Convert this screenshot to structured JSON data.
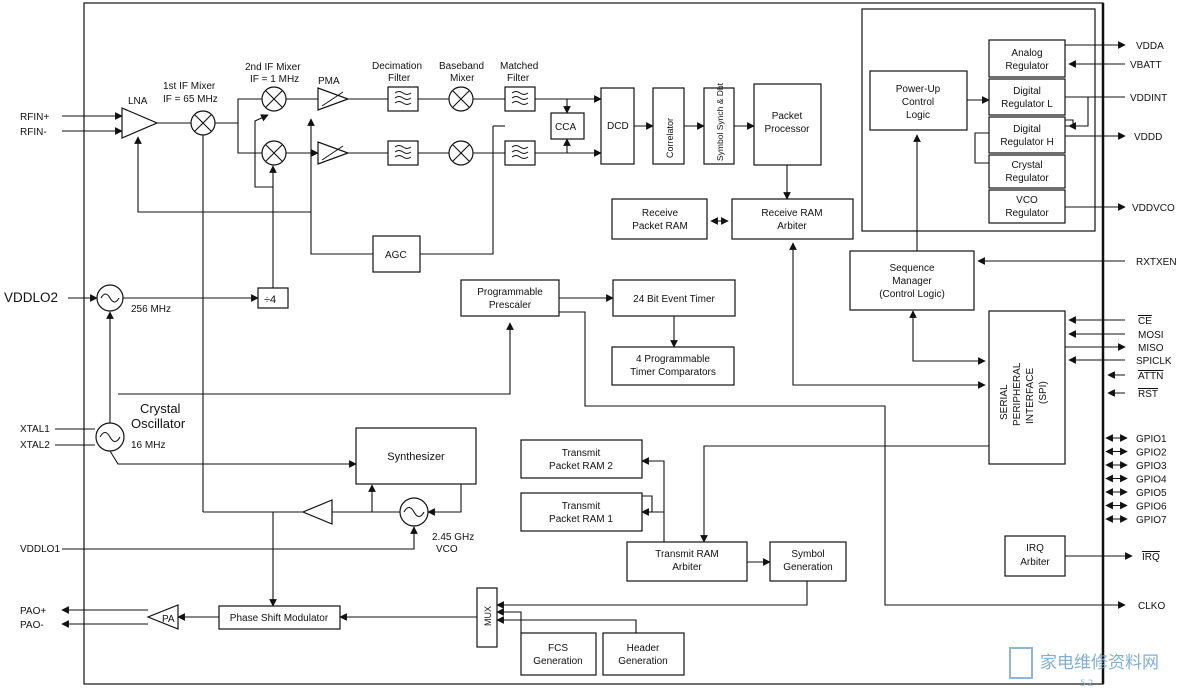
{
  "left_pins": {
    "rfin_p": "RFIN+",
    "rfin_n": "RFIN-",
    "vddlo2": "VDDLO2",
    "xtal1": "XTAL1",
    "xtal2": "XTAL2",
    "vddlo1": "VDDLO1",
    "pao_p": "PAO+",
    "pao_n": "PAO-"
  },
  "right_pins": {
    "vdda": "VDDA",
    "vbatt": "VBATT",
    "vddint": "VDDINT",
    "vddd": "VDDD",
    "vddvco": "VDDVCO",
    "rxtxen": "RXTXEN",
    "ce": "CE",
    "mosi": "MOSI",
    "miso": "MISO",
    "spiclk": "SPICLK",
    "attn": "ATTN",
    "rst": "RST",
    "gpio": [
      "GPIO1",
      "GPIO2",
      "GPIO3",
      "GPIO4",
      "GPIO5",
      "GPIO6",
      "GPIO7"
    ],
    "irq": "IRQ",
    "clko": "CLKO"
  },
  "rf_labels": {
    "lna": "LNA",
    "mixer1_l1": "1st IF Mixer",
    "mixer1_l2": "IF = 65 MHz",
    "mixer2_l1": "2nd IF Mixer",
    "mixer2_l2": "IF = 1 MHz",
    "pma": "PMA",
    "decimation_l1": "Decimation",
    "decimation_l2": "Filter",
    "baseband_l1": "Baseband",
    "baseband_l2": "Mixer",
    "matched_l1": "Matched",
    "matched_l2": "Filter",
    "cca": "CCA",
    "dcd": "DCD",
    "correlator": "Correlator",
    "symbol_synch": "Symbol Synch & Dbt",
    "agc": "AGC",
    "div4": "÷4",
    "lo256": "256 MHz",
    "crystal_l1": "Crystal",
    "crystal_l2": "Oscillator",
    "xtal_freq": "16 MHz",
    "vco_l1": "2.45 GHz",
    "vco_l2": "VCO",
    "pa": "PA",
    "mux": "MUX"
  },
  "blocks": {
    "packet_processor": [
      "Packet",
      "Processor"
    ],
    "receive_packet_ram": [
      "Receive",
      "Packet RAM"
    ],
    "receive_ram_arbiter": [
      "Receive RAM",
      "Arbiter"
    ],
    "programmable_prescaler": [
      "Programmable",
      "Prescaler"
    ],
    "event_timer": [
      "24 Bit Event Timer"
    ],
    "timer_comparators": [
      "4 Programmable",
      "Timer Comparators"
    ],
    "synthesizer": [
      "Synthesizer"
    ],
    "transmit_packet_ram_2": [
      "Transmit",
      "Packet RAM 2"
    ],
    "transmit_packet_ram_1": [
      "Transmit",
      "Packet RAM 1"
    ],
    "transmit_ram_arbiter": [
      "Transmit RAM",
      "Arbiter"
    ],
    "symbol_generation": [
      "Symbol",
      "Generation"
    ],
    "phase_shift_modulator": [
      "Phase Shift Modulator"
    ],
    "fcs_generation": [
      "FCS",
      "Generation"
    ],
    "header_generation": [
      "Header",
      "Generation"
    ],
    "power_up_logic": [
      "Power-Up",
      "Control",
      "Logic"
    ],
    "analog_regulator": [
      "Analog",
      "Regulator"
    ],
    "digital_regulator_l": [
      "Digital",
      "Regulator L"
    ],
    "digital_regulator_h": [
      "Digital",
      "Regulator H"
    ],
    "crystal_regulator": [
      "Crystal",
      "Regulator"
    ],
    "vco_regulator": [
      "VCO",
      "Regulator"
    ],
    "sequence_manager": [
      "Sequence",
      "Manager",
      "(Control Logic)"
    ],
    "spi": [
      "SERIAL",
      "PERIPHERAL",
      "INTERFACE",
      "(SPI)"
    ],
    "irq_arbiter": [
      "IRQ",
      "Arbiter"
    ]
  },
  "watermark": {
    "cn": "家电维修资料网",
    "site": "52"
  },
  "colors": {
    "line": "#111111",
    "background": "#ffffff",
    "watermark": "#6aa0cc"
  }
}
